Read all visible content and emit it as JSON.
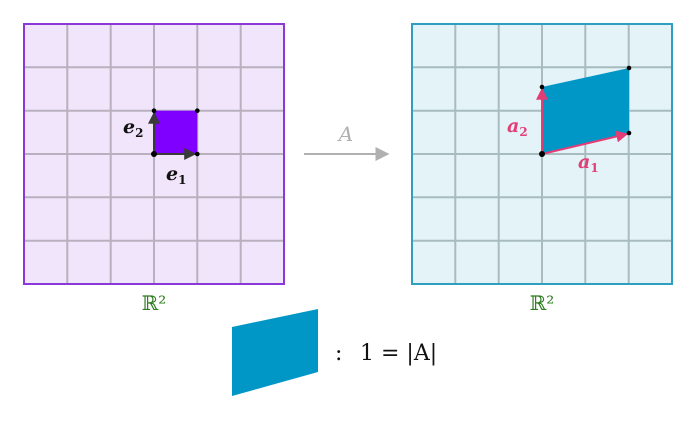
{
  "left_panel": {
    "space_label": "ℝ²",
    "vector_labels": {
      "e1": {
        "base": "e",
        "sub": "1"
      },
      "e2": {
        "base": "e",
        "sub": "2"
      }
    },
    "grid_cells": 6,
    "colors": {
      "fill": "#f0e5fb",
      "border": "#8b38d8",
      "grid": "#b8b0be",
      "square": "#7f00ff",
      "arrow": "#3a3a3a"
    }
  },
  "map_arrow": {
    "label": "A",
    "color": "#b0b0b0"
  },
  "right_panel": {
    "space_label": "ℝ²",
    "vector_labels": {
      "a1": {
        "base": "a",
        "sub": "1"
      },
      "a2": {
        "base": "a",
        "sub": "2"
      }
    },
    "grid_cells": 6,
    "colors": {
      "fill": "#e3f3f8",
      "border": "#2f9fc0",
      "grid": "#a8bcc0",
      "parallelogram": "#0097c7",
      "arrow": "#e23d77"
    }
  },
  "legend": {
    "colon": ":",
    "equation": "1 = |A|"
  },
  "label_color": "#2e7d1f"
}
